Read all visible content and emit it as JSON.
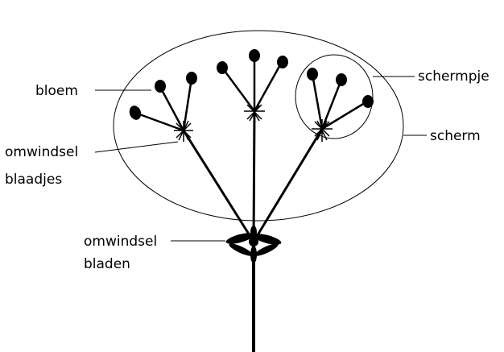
{
  "labels": {
    "bloem": "bloem",
    "omwindsel_blaadjes_line1": "omwindsel",
    "omwindsel_blaadjes_line2": "blaadjes",
    "omwindsel_bladen_line1": "omwindsel",
    "omwindsel_bladen_line2": "bladen",
    "schermpje": "schermpje",
    "scherm": "scherm"
  },
  "colors": {
    "ink": "#000000",
    "background": "#ffffff"
  }
}
